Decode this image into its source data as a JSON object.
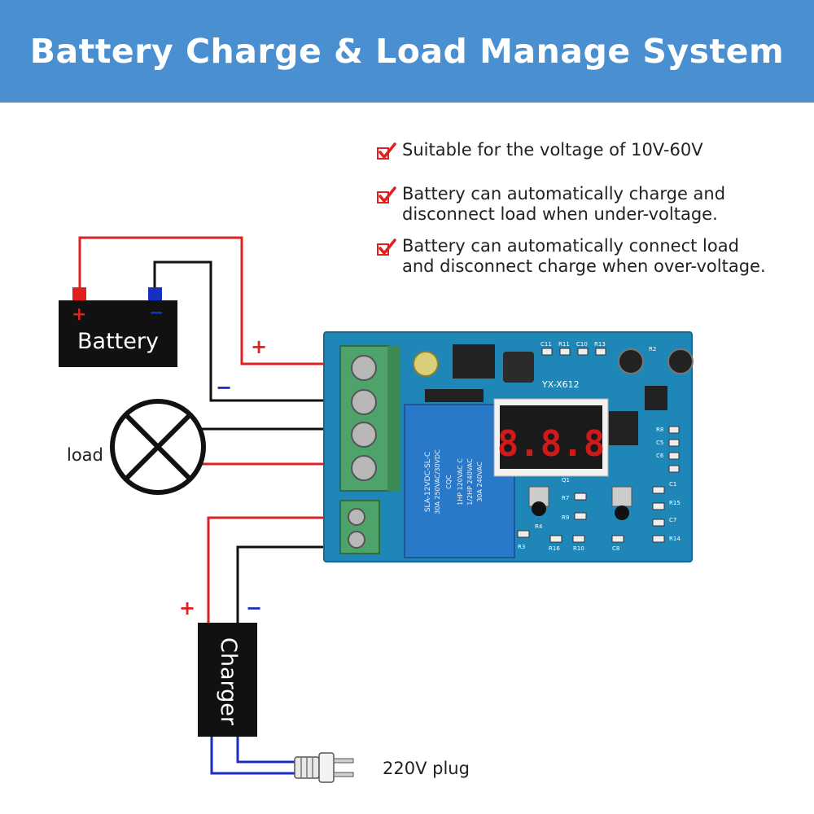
{
  "title": "Battery Charge & Load Manage System",
  "features": [
    {
      "lines": [
        "Suitable for the voltage of 10V-60V"
      ]
    },
    {
      "lines": [
        "Battery can automatically charge and",
        "disconnect load when under-voltage."
      ]
    },
    {
      "lines": [
        "Battery can automatically connect load",
        "and disconnect charge when over-voltage."
      ]
    }
  ],
  "battery": {
    "label": "Battery",
    "plus": "+",
    "minus": "−"
  },
  "load": {
    "label": "load"
  },
  "charger": {
    "label": "Charger",
    "plus": "+",
    "minus": "−"
  },
  "plug": {
    "label": "220V plug"
  },
  "wire_signs": {
    "battery_plus": "+",
    "battery_minus": "−"
  },
  "board": {
    "model": "YX-X612",
    "display": "8.8.8",
    "relay_lines": [
      "SLA-12VDC-SL-C",
      "30A 250VAC/30VDC",
      "CQC",
      "1HP 120VAC C",
      "1/2HP 240VAC",
      "30A 240VAC"
    ],
    "component_labels": [
      "C11",
      "R11",
      "C10",
      "R13",
      "R2",
      "R8",
      "C5",
      "C6",
      "C1",
      "R15",
      "C7",
      "R14",
      "R7",
      "R9",
      "R4",
      "R3",
      "R16",
      "R10",
      "C8",
      "Q1"
    ]
  },
  "colors": {
    "banner": "#4a8fd0",
    "wire_red": "#e02020",
    "wire_black": "#111111",
    "wire_blue": "#1a2fc0",
    "board": "#1f86b8",
    "terminal": "#4ea36a",
    "relay": "#2a78c8",
    "check": "#e02020"
  }
}
